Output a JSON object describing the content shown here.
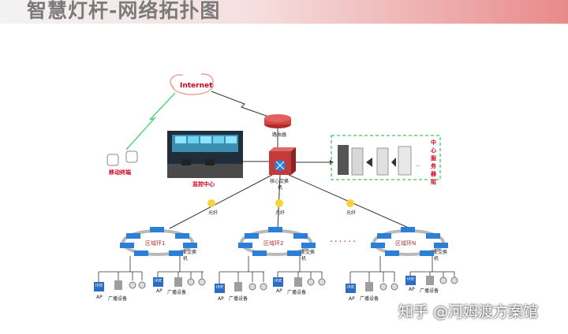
{
  "title": "智慧灯杆-网络拓扑图",
  "internet": "Internet",
  "router": "路由器",
  "mobile_terminal": "移动终端",
  "monitor_center": "监控中心",
  "core_switch": "核心交换机",
  "core_switch_line1": "核心交换",
  "core_switch_line2": "机",
  "server_group": "中心服务器组",
  "fiber": "光纤",
  "ellipsis": "......",
  "ellipsis_small": "...",
  "rings": [
    {
      "name": "区域环1",
      "switch_label_1": "业交换",
      "switch_label_2": "机"
    },
    {
      "name": "区域环2",
      "switch_label_1": "业交换",
      "switch_label_2": "机"
    },
    {
      "name": "区域环N",
      "switch_label_1": "业交换",
      "switch_label_2": "机"
    }
  ],
  "device_ap": "AP",
  "device_broadcast": "广播设备",
  "device_ip_label": "IP/E",
  "watermark": "知乎 @河姆渡方案馆",
  "colors": {
    "red": "#d0021b",
    "green_line": "#5ad17a",
    "switch_blue": "#2b7fd6",
    "router_red": "#d64545"
  }
}
